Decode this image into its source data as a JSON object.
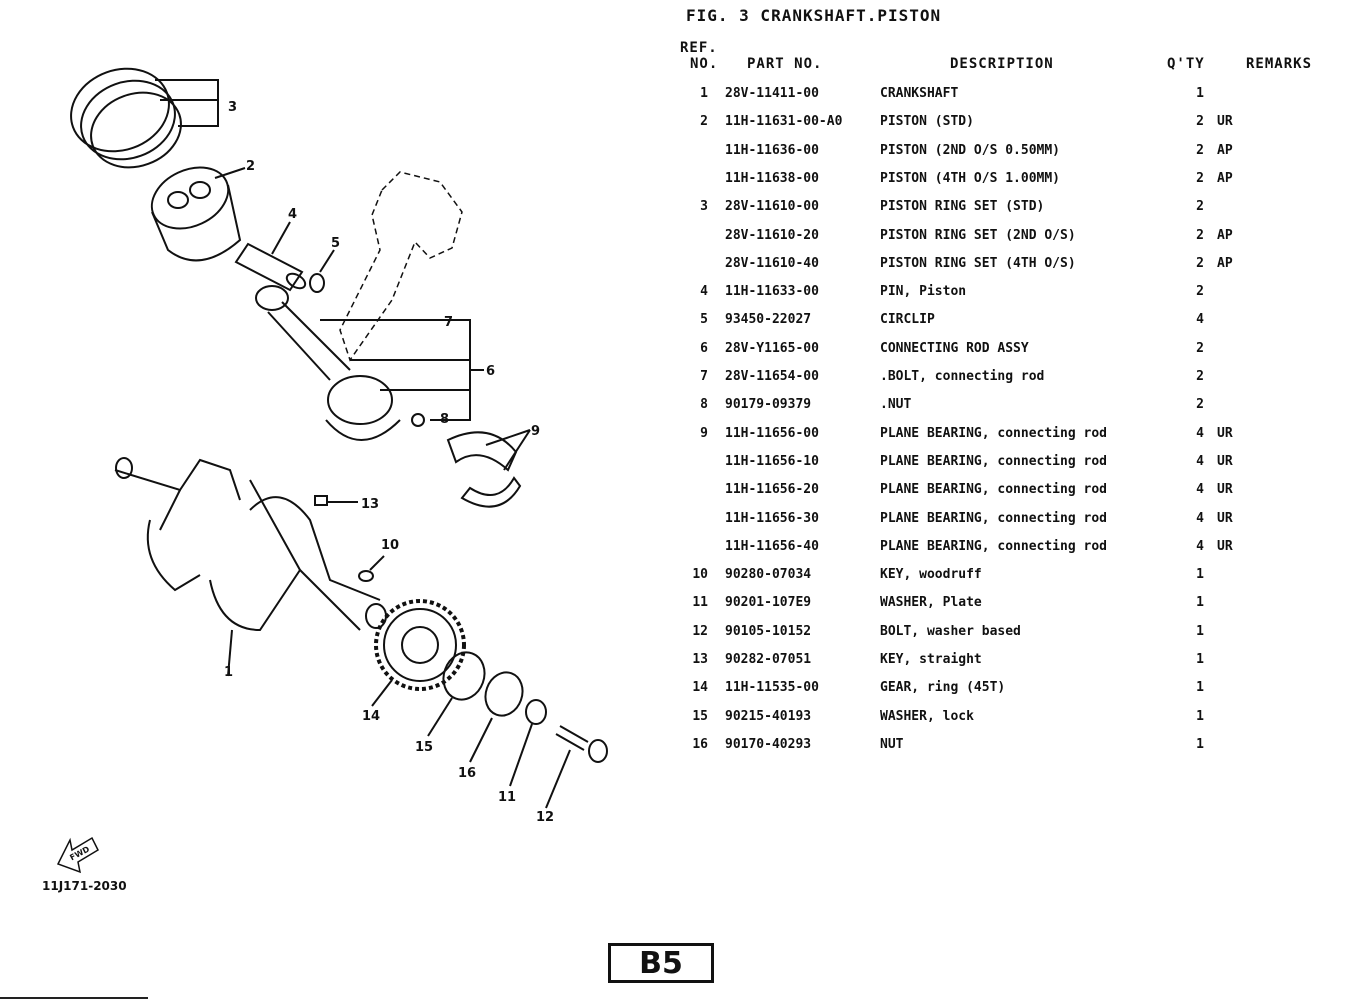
{
  "title": "FIG. 3 CRANKSHAFT.PISTON",
  "headers": {
    "ref_line1": "REF.",
    "ref_line2": "NO.",
    "part_no": "PART NO.",
    "description": "DESCRIPTION",
    "qty": "Q'TY",
    "remarks": "REMARKS"
  },
  "rows": [
    {
      "ref": "1",
      "part": "28V-11411-00",
      "desc": "CRANKSHAFT",
      "qty": "1",
      "rem": ""
    },
    {
      "ref": "2",
      "part": "11H-11631-00-A0",
      "desc": "PISTON (STD)",
      "qty": "2",
      "rem": "UR"
    },
    {
      "ref": "",
      "part": "11H-11636-00",
      "desc": "PISTON (2ND O/S 0.50MM)",
      "qty": "2",
      "rem": "AP"
    },
    {
      "ref": "",
      "part": "11H-11638-00",
      "desc": "PISTON (4TH O/S 1.00MM)",
      "qty": "2",
      "rem": "AP"
    },
    {
      "ref": "3",
      "part": "28V-11610-00",
      "desc": "PISTON RING SET (STD)",
      "qty": "2",
      "rem": ""
    },
    {
      "ref": "",
      "part": "28V-11610-20",
      "desc": "PISTON RING SET (2ND O/S)",
      "qty": "2",
      "rem": "AP"
    },
    {
      "ref": "",
      "part": "28V-11610-40",
      "desc": "PISTON RING SET (4TH O/S)",
      "qty": "2",
      "rem": "AP"
    },
    {
      "ref": "4",
      "part": "11H-11633-00",
      "desc": "PIN, Piston",
      "qty": "2",
      "rem": ""
    },
    {
      "ref": "5",
      "part": "93450-22027",
      "desc": "CIRCLIP",
      "qty": "4",
      "rem": ""
    },
    {
      "ref": "6",
      "part": "28V-Y1165-00",
      "desc": "CONNECTING ROD ASSY",
      "qty": "2",
      "rem": ""
    },
    {
      "ref": "7",
      "part": "28V-11654-00",
      "desc": ".BOLT, connecting rod",
      "qty": "2",
      "rem": ""
    },
    {
      "ref": "8",
      "part": "90179-09379",
      "desc": ".NUT",
      "qty": "2",
      "rem": ""
    },
    {
      "ref": "9",
      "part": "11H-11656-00",
      "desc": "PLANE BEARING, connecting rod",
      "qty": "4",
      "rem": "UR"
    },
    {
      "ref": "",
      "part": "11H-11656-10",
      "desc": "PLANE BEARING, connecting rod",
      "qty": "4",
      "rem": "UR"
    },
    {
      "ref": "",
      "part": "11H-11656-20",
      "desc": "PLANE BEARING, connecting rod",
      "qty": "4",
      "rem": "UR"
    },
    {
      "ref": "",
      "part": "11H-11656-30",
      "desc": "PLANE BEARING, connecting rod",
      "qty": "4",
      "rem": "UR"
    },
    {
      "ref": "",
      "part": "11H-11656-40",
      "desc": "PLANE BEARING, connecting rod",
      "qty": "4",
      "rem": "UR"
    },
    {
      "ref": "10",
      "part": "90280-07034",
      "desc": "KEY, woodruff",
      "qty": "1",
      "rem": ""
    },
    {
      "ref": "11",
      "part": "90201-107E9",
      "desc": "WASHER, Plate",
      "qty": "1",
      "rem": ""
    },
    {
      "ref": "12",
      "part": "90105-10152",
      "desc": "BOLT, washer based",
      "qty": "1",
      "rem": ""
    },
    {
      "ref": "13",
      "part": "90282-07051",
      "desc": "KEY, straight",
      "qty": "1",
      "rem": ""
    },
    {
      "ref": "14",
      "part": "11H-11535-00",
      "desc": "GEAR, ring (45T)",
      "qty": "1",
      "rem": ""
    },
    {
      "ref": "15",
      "part": "90215-40193",
      "desc": "WASHER, lock",
      "qty": "1",
      "rem": ""
    },
    {
      "ref": "16",
      "part": "90170-40293",
      "desc": "NUT",
      "qty": "1",
      "rem": ""
    }
  ],
  "diagram": {
    "callouts": [
      "3",
      "2",
      "4",
      "5",
      "7",
      "6",
      "8",
      "9",
      "13",
      "10",
      "1",
      "14",
      "15",
      "16",
      "11",
      "12"
    ],
    "fwd_icon_label": "FWD",
    "drawing_code": "11J171-2030"
  },
  "page_label": "B5"
}
